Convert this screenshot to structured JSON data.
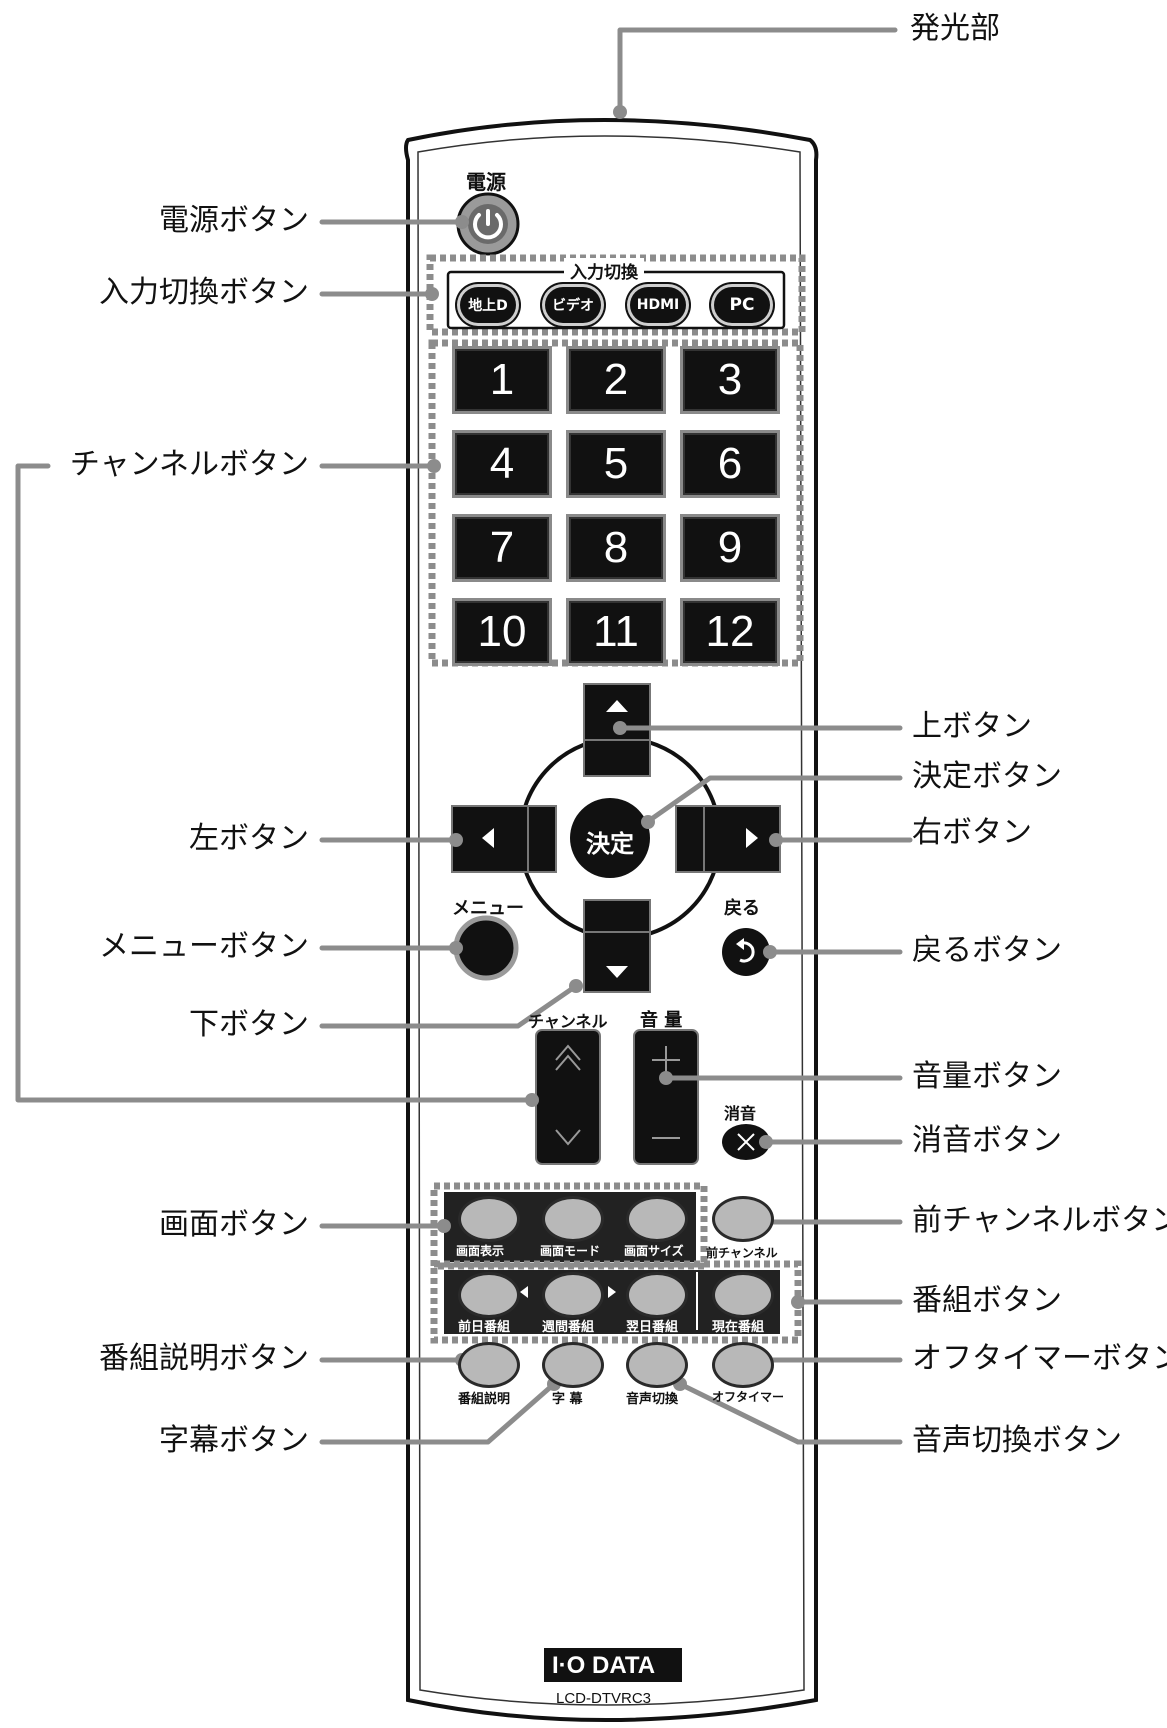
{
  "callouts": {
    "emitter": "発光部",
    "power": "電源ボタン",
    "input": "入力切換ボタン",
    "channel": "チャンネルボタン",
    "up": "上ボタン",
    "enter": "決定ボタン",
    "left": "左ボタン",
    "right": "右ボタン",
    "menu": "メニューボタン",
    "back": "戻るボタン",
    "down": "下ボタン",
    "volume": "音量ボタン",
    "mute": "消音ボタン",
    "screen": "画面ボタン",
    "prev_channel": "前チャンネルボタン",
    "program": "番組ボタン",
    "program_info": "番組説明ボタン",
    "subtitle": "字幕ボタン",
    "offtimer": "オフタイマーボタン",
    "audio": "音声切換ボタン"
  },
  "remote": {
    "power_label": "電源",
    "input_group_label": "入力切換",
    "input_buttons": [
      "地上D",
      "ビデオ",
      "HDMI",
      "PC"
    ],
    "numbers": [
      "1",
      "2",
      "3",
      "4",
      "5",
      "6",
      "7",
      "8",
      "9",
      "10",
      "11",
      "12"
    ],
    "enter_label": "決定",
    "menu_label": "メニュー",
    "back_label": "戻る",
    "channel_label": "チャンネル",
    "volume_label": "音 量",
    "mute_label": "消音",
    "row1": [
      "画面表示",
      "画面モード",
      "画面サイズ",
      "前チャンネル"
    ],
    "row2": [
      "前日番組",
      "週間番組",
      "翌日番組",
      "現在番組"
    ],
    "row3": [
      "番組説明",
      "字 幕",
      "音声切換",
      "オフタイマー"
    ],
    "brand": "I·O DATA",
    "model": "LCD-DTVRC3"
  },
  "colors": {
    "leader": "#8c8c8c",
    "button": "#111111",
    "gray_button": "#b8b8b8"
  }
}
